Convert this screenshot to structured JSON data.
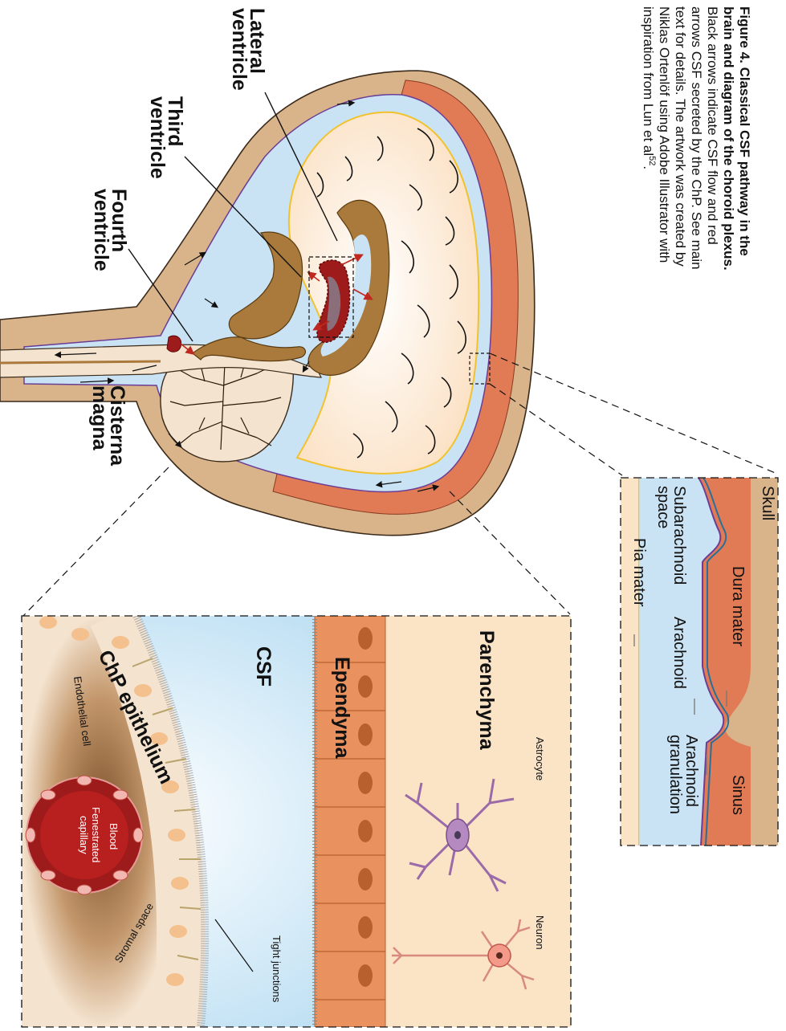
{
  "caption": {
    "heading_line1": "Figure 4.  Classical CSF pathway in the",
    "heading_line2": "brain and diagram of the choroid plexus.",
    "body_line1": "Black arrows indicate CSF flow and red",
    "body_line2": "arrows CSF secreted by the ChP. See main",
    "body_line3": "text for details. The artwork was created by",
    "body_line4": "Niklas Ortenlöf using Adobe Illustrator with",
    "body_line5": "inspiration from Lun et al",
    "body_ref": "52",
    "body_end": "."
  },
  "brain_labels": {
    "lateral_l1": "Lateral",
    "lateral_l2": "ventricle",
    "third_l1": "Third",
    "third_l2": "ventricle",
    "fourth_l1": "Fourth",
    "fourth_l2": "ventricle",
    "cisterna_l1": "Cisterna",
    "cisterna_l2": "magna"
  },
  "meninges_inset": {
    "skull": "Skull",
    "dura": "Dura mater",
    "sinus": "Sinus",
    "subarachnoid_l1": "Subarachnoid",
    "subarachnoid_l2": "space",
    "arachnoid": "Arachnoid",
    "granulation_l1": "Arachnoid",
    "granulation_l2": "granulation",
    "pia": "Pia mater"
  },
  "choroid_inset": {
    "parenchyma": "Parenchyma",
    "ependyma": "Ependyma",
    "csf": "CSF",
    "chp": "ChP epithelium",
    "astrocyte": "Astrocyte",
    "neuron": "Neuron",
    "endothelial": "Endothelial cell",
    "blood": "Blood",
    "fenestrated_l1": "Fenestrated",
    "fenestrated_l2": "capillary",
    "stromal": "Stromal space",
    "tight": "Tight junctions"
  },
  "colors": {
    "skull": "#d9b48a",
    "dura": "#e07b56",
    "csf": "#c9e3f4",
    "parenchyma": "#fbe3c6",
    "ventricle_wall": "#a97a3c",
    "choroid": "#9e1b1b",
    "pia": "#f2c22e",
    "arachnoid": "#6b3e96",
    "sinus_line": "#2a6f9a"
  }
}
